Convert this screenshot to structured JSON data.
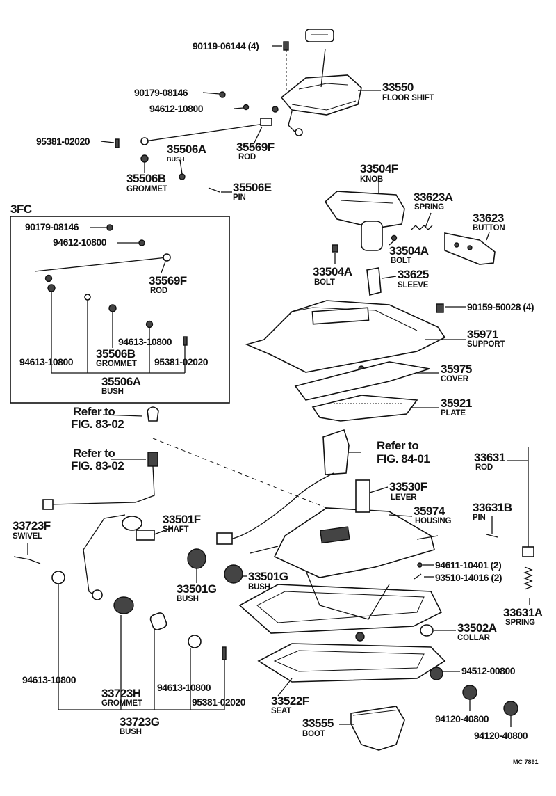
{
  "callouts": {
    "c01": "90119-06144 (4)",
    "c02": "33550",
    "c02n": "FLOOR SHIFT",
    "c03": "90179-08146",
    "c04": "94612-10800",
    "c05": "95381-02020",
    "c06": "35506A",
    "c06n": "BUSH",
    "c07": "35569F",
    "c07n": "ROD",
    "c08": "35506B",
    "c08n": "GROMMET",
    "c09": "35506E",
    "c09n": "PIN",
    "c10": "33504F",
    "c10n": "KNOB",
    "c11": "33623A",
    "c11n": "SPRING",
    "c12": "33623",
    "c12n": "BUTTON",
    "c13": "33504A",
    "c13n": "BOLT",
    "c14": "33504A",
    "c14n": "BOLT",
    "c15": "33625",
    "c15n": "SLEEVE",
    "c16": "90159-50028 (4)",
    "c17": "35971",
    "c17n": "SUPPORT",
    "c18": "35975",
    "c18n": "COVER",
    "c19": "35921",
    "c19n": "PLATE",
    "c20": "33530F",
    "c20n": "LEVER",
    "c21": "35974",
    "c21n": "HOUSING",
    "c22": "33631",
    "c22n": "ROD",
    "c23": "33631B",
    "c23n": "PIN",
    "c24": "94611-10401 (2)",
    "c25": "93510-14016 (2)",
    "c26": "33631A",
    "c26n": "SPRING",
    "c27": "33502A",
    "c27n": "COLLAR",
    "c28": "94512-00800",
    "c29": "94120-40800",
    "c30": "94120-40800",
    "c31": "33522F",
    "c31n": "SEAT",
    "c32": "33555",
    "c32n": "BOOT",
    "c33": "33723F",
    "c33n": "SWIVEL",
    "c34": "33501F",
    "c34n": "SHAFT",
    "c35": "33501G",
    "c35n": "BUSH",
    "c36": "33501G",
    "c36n": "BUSH",
    "c37": "94613-10800",
    "c38": "33723H",
    "c38n": "GROMMET",
    "c39": "94613-10800",
    "c40": "95381-02020",
    "c41": "33723G",
    "c41n": "BUSH"
  },
  "refs": {
    "r1a": "Refer to",
    "r1b": "FIG. 83-02",
    "r2a": "Refer to",
    "r2b": "FIG. 83-02",
    "r3a": "Refer to",
    "r3b": "FIG. 84-01"
  },
  "inset": {
    "title": "3FC",
    "i1": "90179-08146",
    "i2": "94612-10800",
    "i3": "35569F",
    "i3n": "ROD",
    "i4": "94613-10800",
    "i5": "35506B",
    "i5n": "GROMMET",
    "i6": "94613-10800",
    "i7": "95381-02020",
    "i8": "35506A",
    "i8n": "BUSH"
  },
  "footer": {
    "code": "MC 7891"
  },
  "colors": {
    "ink": "#111111",
    "paper": "#ffffff"
  }
}
